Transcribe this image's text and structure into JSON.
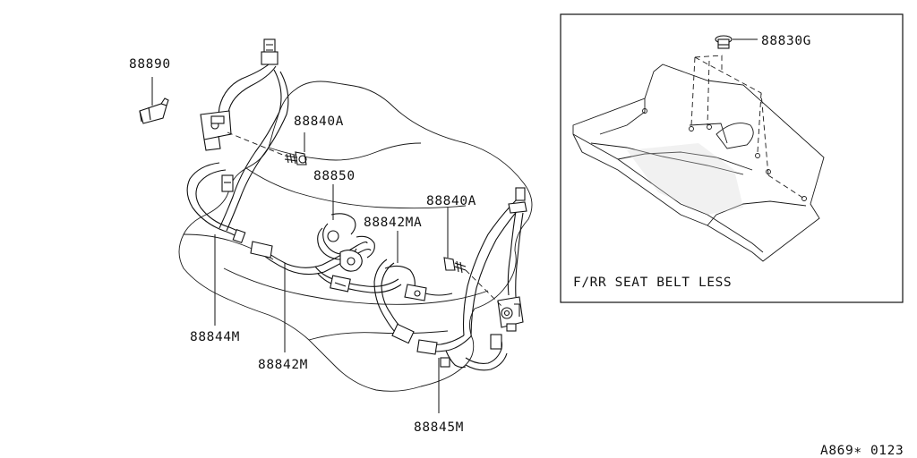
{
  "parts": {
    "p88890": "88890",
    "p88840A_upper": "88840A",
    "p88850": "88850",
    "p88840A_lower": "88840A",
    "p88842MA": "88842MA",
    "p88844M": "88844M",
    "p88842M": "88842M",
    "p88845M": "88845M",
    "p88830G": "88830G"
  },
  "inset": {
    "caption": "F/RR SEAT BELT LESS"
  },
  "footer": {
    "code": "A869∗ 0123"
  }
}
